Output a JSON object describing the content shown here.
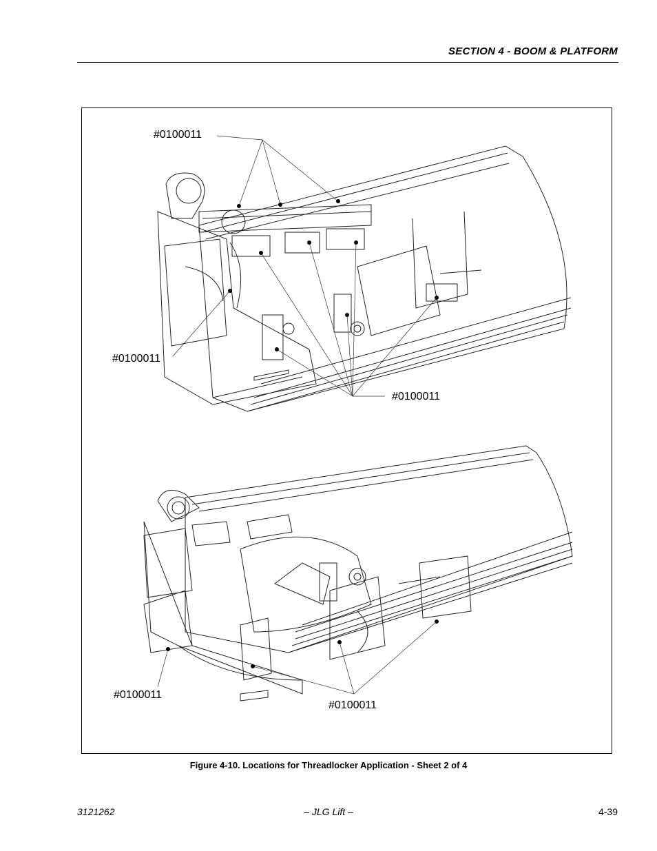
{
  "header": {
    "section_title": "SECTION 4 - BOOM & PLATFORM"
  },
  "figure": {
    "callouts": [
      {
        "text": "#0100011"
      },
      {
        "text": "#0100011"
      },
      {
        "text": "#0100011"
      },
      {
        "text": "#0100011"
      },
      {
        "text": "#0100011"
      }
    ],
    "caption": "Figure 4-10.  Locations for Threadlocker Application - Sheet 2 of 4"
  },
  "footer": {
    "doc_number": "3121262",
    "center": "– JLG Lift –",
    "page_number": "4-39"
  }
}
